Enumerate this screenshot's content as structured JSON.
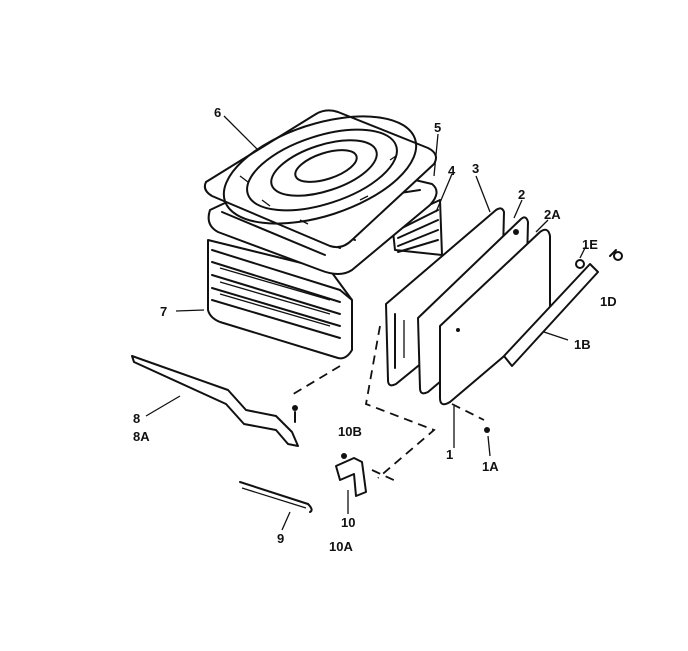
{
  "callouts": {
    "p6": "6",
    "p5": "5",
    "p4": "4",
    "p3": "3",
    "p2": "2",
    "p2a": "2A",
    "p1e": "1E",
    "p1d": "1D",
    "p1b": "1B",
    "p7": "7",
    "p8": "8",
    "p8a": "8A",
    "p10b": "10B",
    "p1": "1",
    "p1a": "1A",
    "p10": "10",
    "p10a": "10A",
    "p9": "9"
  }
}
